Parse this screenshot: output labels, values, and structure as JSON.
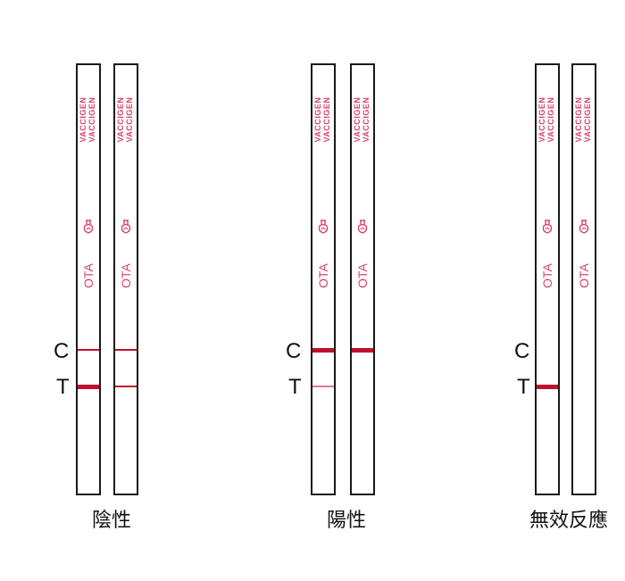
{
  "brand": {
    "line1": "VACCIGEN",
    "line2": "VACCIGEN"
  },
  "analyte": "OTA",
  "labels": {
    "control": "C",
    "test": "T"
  },
  "colors": {
    "strip_border": "#1a1a1a",
    "text_pink": "#d8456b",
    "band_red": "#c0102a",
    "band_faint": "#e07a8c"
  },
  "groups": [
    {
      "caption": "陰性",
      "show_labels": true
    },
    {
      "caption": "陽性",
      "show_labels": true
    },
    {
      "caption": "無效反應",
      "show_labels": true
    }
  ]
}
